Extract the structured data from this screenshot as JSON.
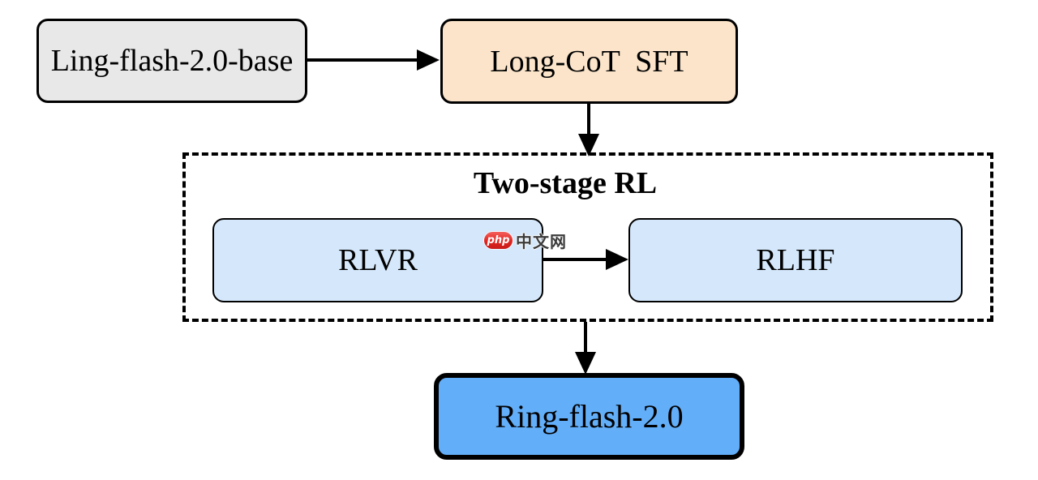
{
  "diagram": {
    "container_title": "Two-stage RL",
    "nodes": {
      "base": {
        "label": "Ling-flash-2.0-base",
        "fill": "#E8E8E8"
      },
      "sft": {
        "label": "Long-CoT  SFT",
        "fill": "#FBE4CA"
      },
      "rlvr": {
        "label": "RLVR",
        "fill": "#D5E8FB"
      },
      "rlhf": {
        "label": "RLHF",
        "fill": "#D5E8FB"
      },
      "ring": {
        "label": "Ring-flash-2.0",
        "fill": "#63AEF9"
      }
    },
    "edges": [
      {
        "from": "base",
        "to": "sft"
      },
      {
        "from": "sft",
        "to": "two-stage-rl"
      },
      {
        "from": "rlvr",
        "to": "rlhf"
      },
      {
        "from": "two-stage-rl",
        "to": "ring"
      }
    ],
    "colors": {
      "border": "#000000",
      "background": "#FFFFFF"
    }
  },
  "watermark": {
    "badge_text": "php",
    "site_text": "中文网",
    "badge_color": "#E02420"
  }
}
